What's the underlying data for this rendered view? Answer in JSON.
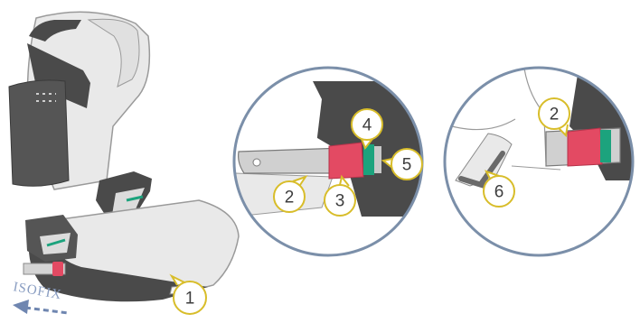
{
  "figure": {
    "isofix_label": "ISOFIX",
    "colors": {
      "shell_light": "#e9e9e9",
      "shell_dark": "#4a4a4a",
      "outline": "#9a9a9a",
      "circle_border": "#7b8fa9",
      "callout_border": "#d8bd2a",
      "latch_red": "#e34a63",
      "latch_green": "#1ca37d",
      "arrow_blue": "#6f86b0"
    },
    "callouts": [
      {
        "number": "1",
        "part": "isofix-connector-guide"
      },
      {
        "number": "2",
        "part": "isofix-arm"
      },
      {
        "number": "3",
        "part": "release-button"
      },
      {
        "number": "4",
        "part": "indicator-window"
      },
      {
        "number": "5",
        "part": "connector-tip"
      },
      {
        "number": "2",
        "part": "isofix-arm"
      },
      {
        "number": "6",
        "part": "vehicle-anchor-point"
      }
    ]
  }
}
